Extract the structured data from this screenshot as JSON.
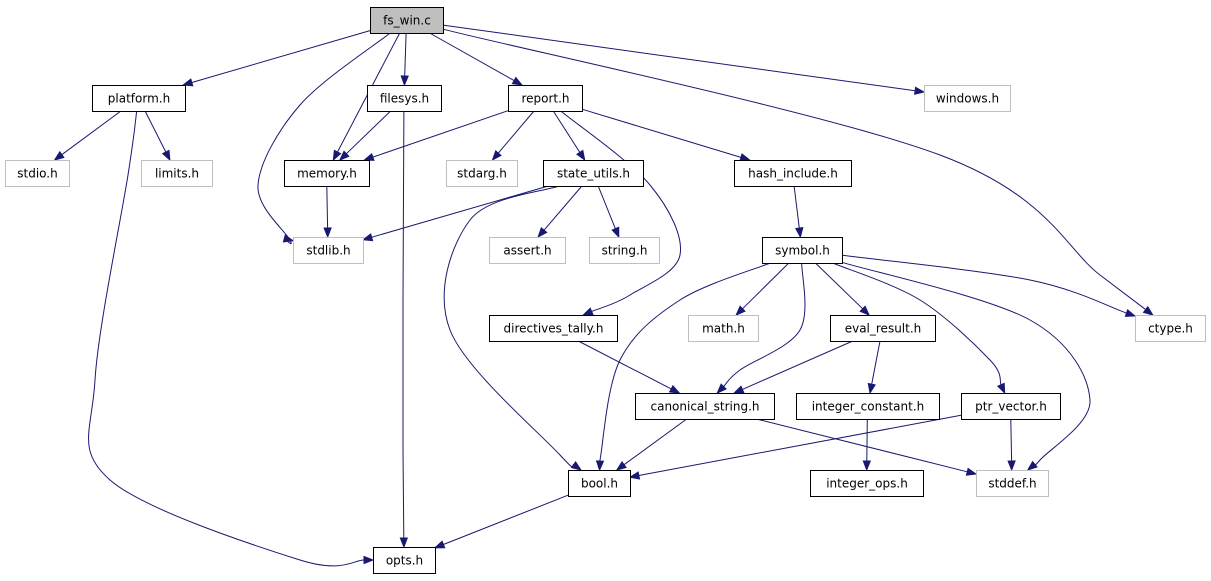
{
  "colors": {
    "edge": "#191970",
    "root_fill": "#bfbfbf",
    "internal_border": "#000000",
    "external_border": "#bfbfbf",
    "node_fill": "#ffffff"
  },
  "nodes": [
    {
      "id": "fs_win",
      "label": "fs_win.c",
      "kind": "root"
    },
    {
      "id": "platform",
      "label": "platform.h",
      "kind": "internal"
    },
    {
      "id": "filesys",
      "label": "filesys.h",
      "kind": "internal"
    },
    {
      "id": "report",
      "label": "report.h",
      "kind": "internal"
    },
    {
      "id": "windows",
      "label": "windows.h",
      "kind": "external"
    },
    {
      "id": "stdio",
      "label": "stdio.h",
      "kind": "external"
    },
    {
      "id": "limits",
      "label": "limits.h",
      "kind": "external"
    },
    {
      "id": "memory",
      "label": "memory.h",
      "kind": "internal"
    },
    {
      "id": "stdarg",
      "label": "stdarg.h",
      "kind": "external"
    },
    {
      "id": "state_utils",
      "label": "state_utils.h",
      "kind": "internal"
    },
    {
      "id": "hash_include",
      "label": "hash_include.h",
      "kind": "internal"
    },
    {
      "id": "stdlib",
      "label": "stdlib.h",
      "kind": "external"
    },
    {
      "id": "assert",
      "label": "assert.h",
      "kind": "external"
    },
    {
      "id": "string",
      "label": "string.h",
      "kind": "external"
    },
    {
      "id": "symbol",
      "label": "symbol.h",
      "kind": "internal"
    },
    {
      "id": "directives_tally",
      "label": "directives_tally.h",
      "kind": "internal"
    },
    {
      "id": "math",
      "label": "math.h",
      "kind": "external"
    },
    {
      "id": "eval_result",
      "label": "eval_result.h",
      "kind": "internal"
    },
    {
      "id": "ctype",
      "label": "ctype.h",
      "kind": "external"
    },
    {
      "id": "canonical_string",
      "label": "canonical_string.h",
      "kind": "internal"
    },
    {
      "id": "integer_constant",
      "label": "integer_constant.h",
      "kind": "internal"
    },
    {
      "id": "ptr_vector",
      "label": "ptr_vector.h",
      "kind": "internal"
    },
    {
      "id": "bool",
      "label": "bool.h",
      "kind": "internal"
    },
    {
      "id": "stddef",
      "label": "stddef.h",
      "kind": "external"
    },
    {
      "id": "integer_ops",
      "label": "integer_ops.h",
      "kind": "internal"
    },
    {
      "id": "opts",
      "label": "opts.h",
      "kind": "internal"
    }
  ],
  "edges": [
    [
      "fs_win",
      "platform"
    ],
    [
      "fs_win",
      "stdlib"
    ],
    [
      "fs_win",
      "memory"
    ],
    [
      "fs_win",
      "filesys"
    ],
    [
      "fs_win",
      "report"
    ],
    [
      "fs_win",
      "windows"
    ],
    [
      "fs_win",
      "ctype"
    ],
    [
      "platform",
      "stdio"
    ],
    [
      "platform",
      "limits"
    ],
    [
      "platform",
      "opts"
    ],
    [
      "filesys",
      "memory"
    ],
    [
      "filesys",
      "opts"
    ],
    [
      "memory",
      "stdlib"
    ],
    [
      "report",
      "memory"
    ],
    [
      "report",
      "stdarg"
    ],
    [
      "report",
      "state_utils"
    ],
    [
      "report",
      "directives_tally"
    ],
    [
      "report",
      "hash_include"
    ],
    [
      "state_utils",
      "stdlib"
    ],
    [
      "state_utils",
      "assert"
    ],
    [
      "state_utils",
      "string"
    ],
    [
      "state_utils",
      "bool"
    ],
    [
      "hash_include",
      "symbol"
    ],
    [
      "symbol",
      "bool"
    ],
    [
      "symbol",
      "math"
    ],
    [
      "symbol",
      "canonical_string"
    ],
    [
      "symbol",
      "eval_result"
    ],
    [
      "symbol",
      "ptr_vector"
    ],
    [
      "symbol",
      "stddef"
    ],
    [
      "symbol",
      "ctype"
    ],
    [
      "directives_tally",
      "canonical_string"
    ],
    [
      "eval_result",
      "canonical_string"
    ],
    [
      "eval_result",
      "integer_constant"
    ],
    [
      "canonical_string",
      "bool"
    ],
    [
      "canonical_string",
      "stddef"
    ],
    [
      "integer_constant",
      "integer_ops"
    ],
    [
      "ptr_vector",
      "bool"
    ],
    [
      "ptr_vector",
      "stddef"
    ],
    [
      "bool",
      "opts"
    ]
  ]
}
